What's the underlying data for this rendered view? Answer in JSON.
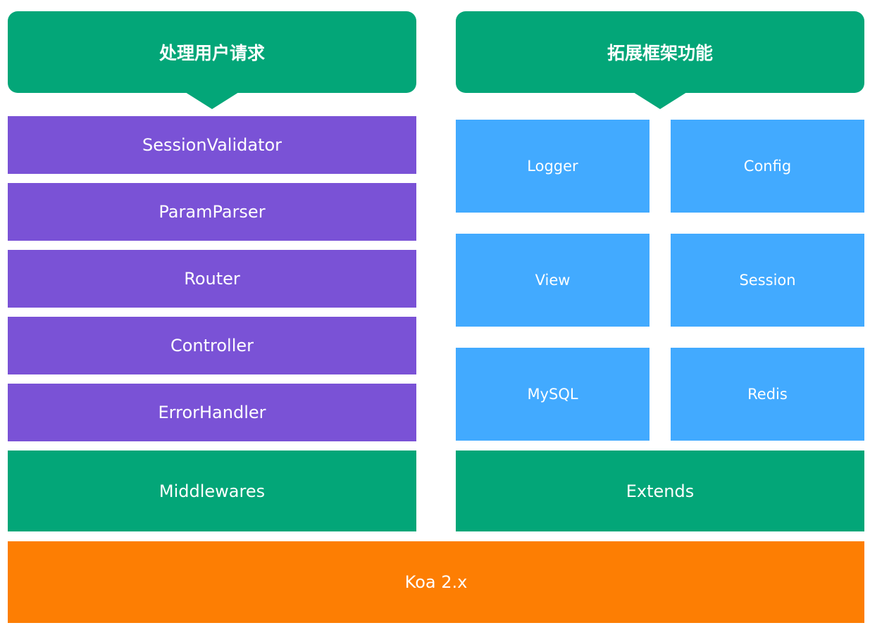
{
  "left_column": {
    "header": "处理用户请求",
    "middlewares": [
      "SessionValidator",
      "ParamParser",
      "Router",
      "Controller",
      "ErrorHandler"
    ],
    "base": "Middlewares"
  },
  "right_column": {
    "header": "拓展框架功能",
    "extends": [
      "Logger",
      "Config",
      "View",
      "Session",
      "MySQL",
      "Redis"
    ],
    "base": "Extends"
  },
  "foundation": "Koa 2.x",
  "colors": {
    "header_green": "#03a678",
    "middleware_purple": "#7a52d6",
    "extend_blue": "#42aaff",
    "foundation_orange": "#fd7e03"
  }
}
